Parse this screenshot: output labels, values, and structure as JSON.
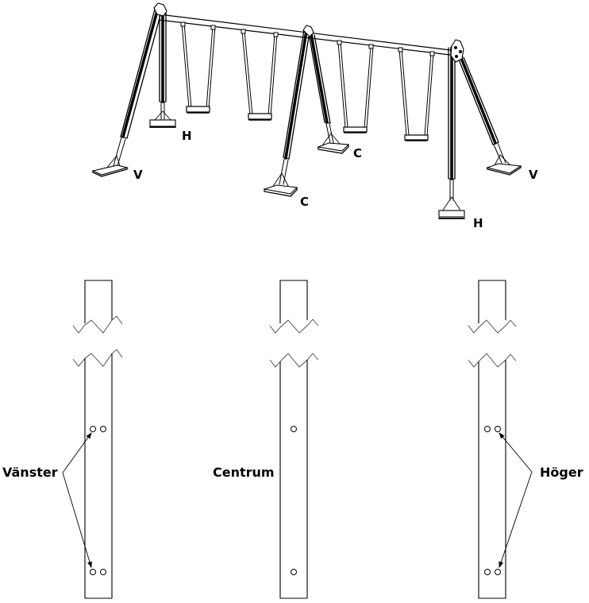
{
  "diagram": {
    "type": "assembly-instruction",
    "subject": "double-bay swing set (4 swings)",
    "colors": {
      "line": "#000000",
      "background": "#ffffff",
      "thin_line": "#555555"
    }
  },
  "swing_set": {
    "swings_count": 4,
    "leg_labels": [
      {
        "id": "left-front",
        "text": "V"
      },
      {
        "id": "left-back",
        "text": "H"
      },
      {
        "id": "center-front",
        "text": "C"
      },
      {
        "id": "center-back",
        "text": "C"
      },
      {
        "id": "right-front",
        "text": "H"
      },
      {
        "id": "right-back",
        "text": "V"
      }
    ]
  },
  "posts": [
    {
      "id": "left",
      "label": "Vänster",
      "hole_rows": 2,
      "holes_per_row": 2,
      "arrow_target": "inner-left holes"
    },
    {
      "id": "center",
      "label": "Centrum",
      "hole_rows": 2,
      "holes_per_row": 1,
      "arrow_target": "none"
    },
    {
      "id": "right",
      "label": "Höger",
      "hole_rows": 2,
      "holes_per_row": 2,
      "arrow_target": "inner-right holes"
    }
  ]
}
